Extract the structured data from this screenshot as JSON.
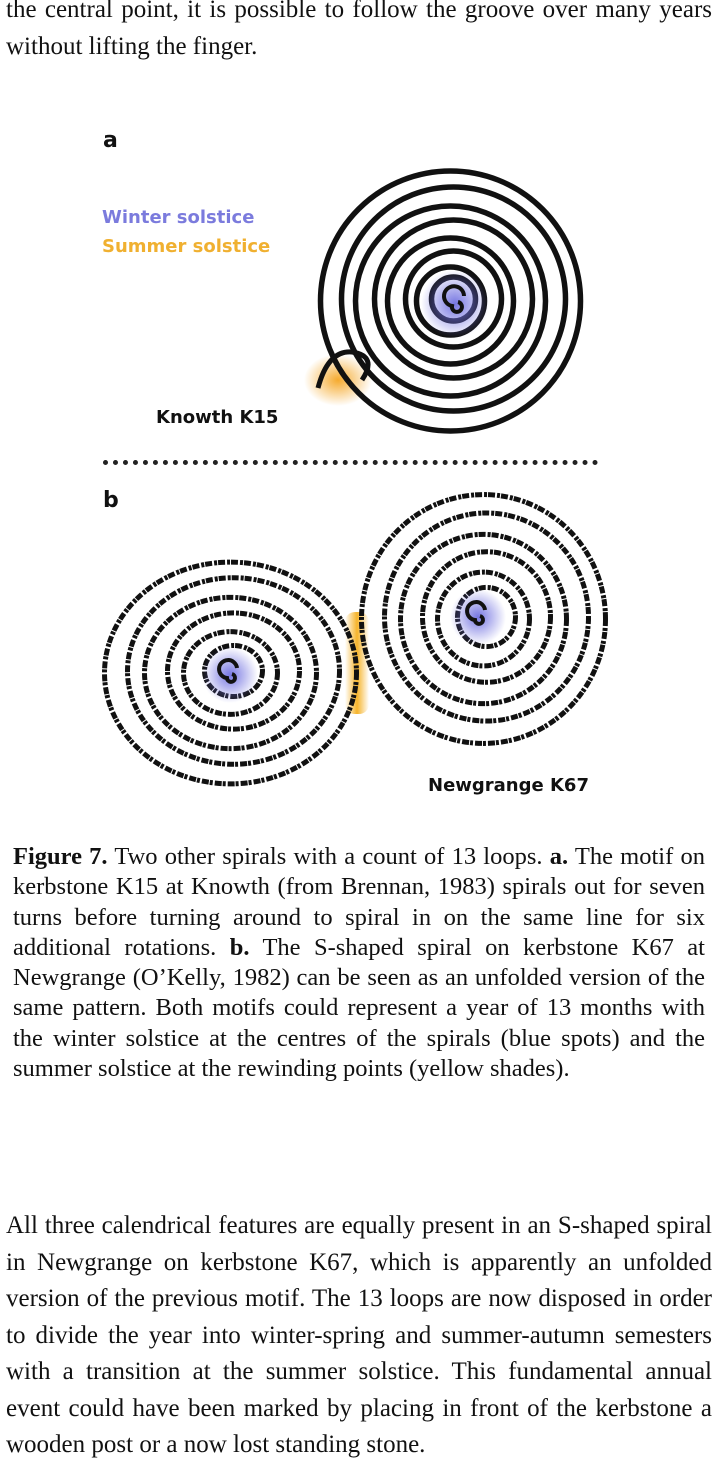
{
  "text": {
    "top_paragraph": "the central point, it is possible to follow the groove over many years without lifting the finger.",
    "bottom_paragraph": "All three calendrical features are equally present in an S-shaped spiral in Newgrange on kerbstone K67, which is apparently an unfolded version of the previous motif. The 13 loops are now disposed in order to divide the year into winter-spring and summer-autumn semesters with a transition at the summer solstice. This fundamental annual event could have been marked by placing in front of the kerbstone a wooden post or a now lost standing stone."
  },
  "figure": {
    "panel_a": {
      "letter": "a",
      "legend_winter": "Winter solstice",
      "legend_summer": "Summer solstice",
      "stone_label": "Knowth K15"
    },
    "panel_b": {
      "letter": "b",
      "stone_label": "Newgrange K67"
    },
    "colors": {
      "winter": "#7b7bdd",
      "summer": "#f0b030",
      "spiral_stroke": "#111111"
    }
  },
  "caption": {
    "figure_label": "Figure 7.",
    "intro": " Two other spirals with a count of 13 loops. ",
    "part_a_letter": "a.",
    "part_a_text": " The motif on kerbstone K15 at Knowth (from Brennan, 1983) spirals out for seven turns before turning around to spiral in on the same line for six additional rotations. ",
    "part_b_letter": "b.",
    "part_b_text": " The S-shaped spiral on kerbstone K67 at Newgrange (O’Kelly, 1982) can be seen as an unfolded version of the same pattern. Both motifs could represent a year of 13 months with the winter solstice at the centres of the spirals (blue spots) and the summer solstice at the rewinding points (yellow shades)."
  }
}
